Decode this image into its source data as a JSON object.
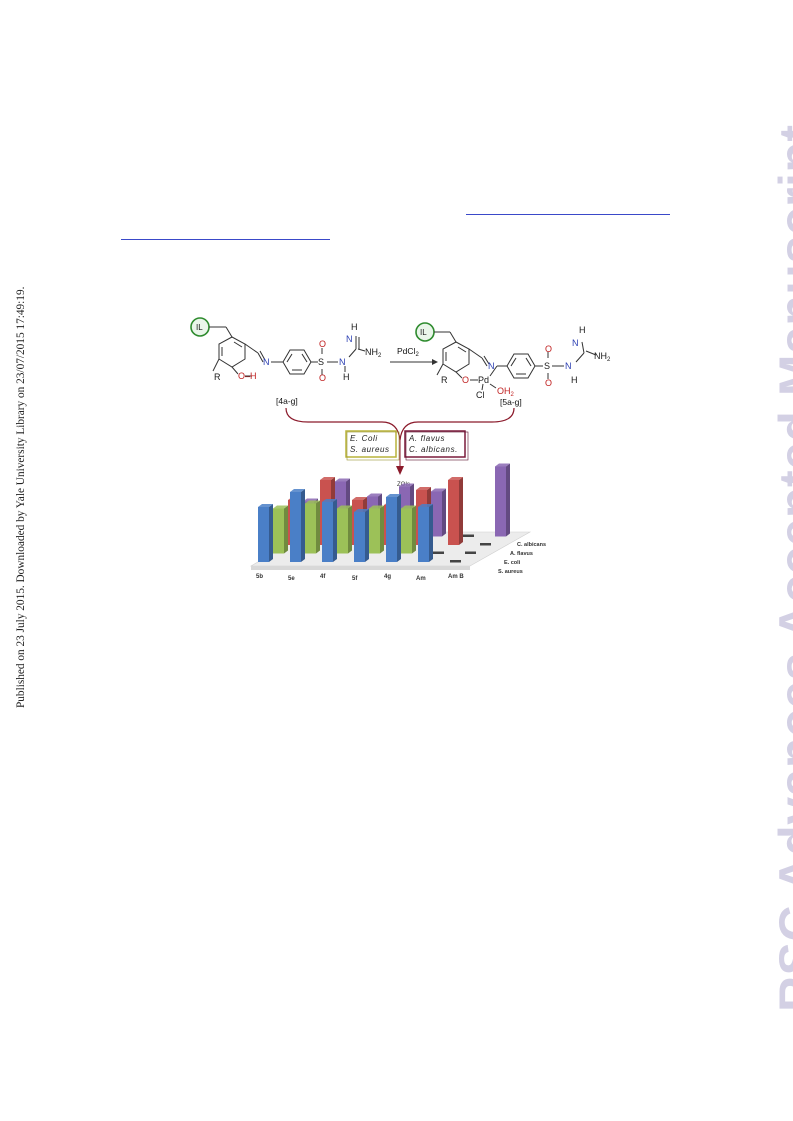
{
  "margin": {
    "published_text": "Published on 23 July 2015. Downloaded by Yale University Library on 23/07/2015 17:49:19."
  },
  "watermark": {
    "text": "RSC Advances Accepted Manuscript"
  },
  "scheme": {
    "il_label": "IL",
    "reagent": "PdCl",
    "reagent_sub": "2",
    "left_label": "[4a-g]",
    "right_label": "[5a-g]",
    "atoms": {
      "N": "N",
      "H": "H",
      "NH2": "NH",
      "NH2_sub": "2",
      "S": "S",
      "O": "O",
      "OH": "O–H",
      "R": "R",
      "Pd": "Pd",
      "Cl": "Cl",
      "OH2": "OH",
      "OH2_sub": "2"
    },
    "box_bacteria": [
      "E. Coli",
      "S. aureus"
    ],
    "box_fungi": [
      "A. flavus",
      "C. albicans."
    ]
  },
  "chart_data": {
    "type": "bar",
    "title": "ZOIs",
    "categories": [
      "5b",
      "5e",
      "4f",
      "5f",
      "4g",
      "Am",
      "Am B"
    ],
    "series": [
      {
        "name": "S. aureus",
        "color": "#4a7fc7",
        "values": [
          11,
          14,
          12,
          10,
          13,
          11,
          0
        ]
      },
      {
        "name": "E. coli",
        "color": "#9cc158",
        "values": [
          9,
          10,
          9,
          9,
          9,
          0,
          0
        ]
      },
      {
        "name": "A. flavus",
        "color": "#c9524f",
        "values": [
          9,
          13,
          9,
          8,
          11,
          13,
          0
        ]
      },
      {
        "name": "C. albicans",
        "color": "#8a67b3",
        "values": [
          7,
          11,
          8,
          10,
          9,
          0,
          14
        ]
      }
    ],
    "ylim": [
      0,
      15
    ]
  },
  "colors": {
    "link": "#3a49c9",
    "watermark": "#d3d0e4",
    "bracket": "#8b1a2b",
    "il_circle": "#2e8b2e"
  }
}
